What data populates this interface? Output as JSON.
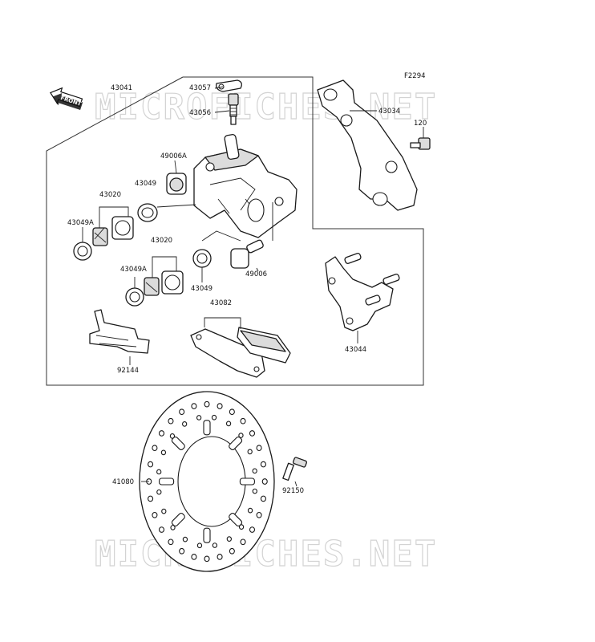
{
  "figure_code": "F2294",
  "watermark": "MICROFICHES.NET",
  "front_arrow_label": "FRONT",
  "parts": {
    "p43041": "43041",
    "p43057": "43057",
    "p43056": "43056",
    "p43034": "43034",
    "p120": "120",
    "p49006a": "49006A",
    "p43049_top": "43049",
    "p43020_top": "43020",
    "p43049a_top": "43049A",
    "p43020_mid": "43020",
    "p43049a_mid": "43049A",
    "p43049_mid": "43049",
    "p49006": "49006",
    "p43082": "43082",
    "p92144": "92144",
    "p43044": "43044",
    "p41080": "41080",
    "p92150": "92150"
  }
}
